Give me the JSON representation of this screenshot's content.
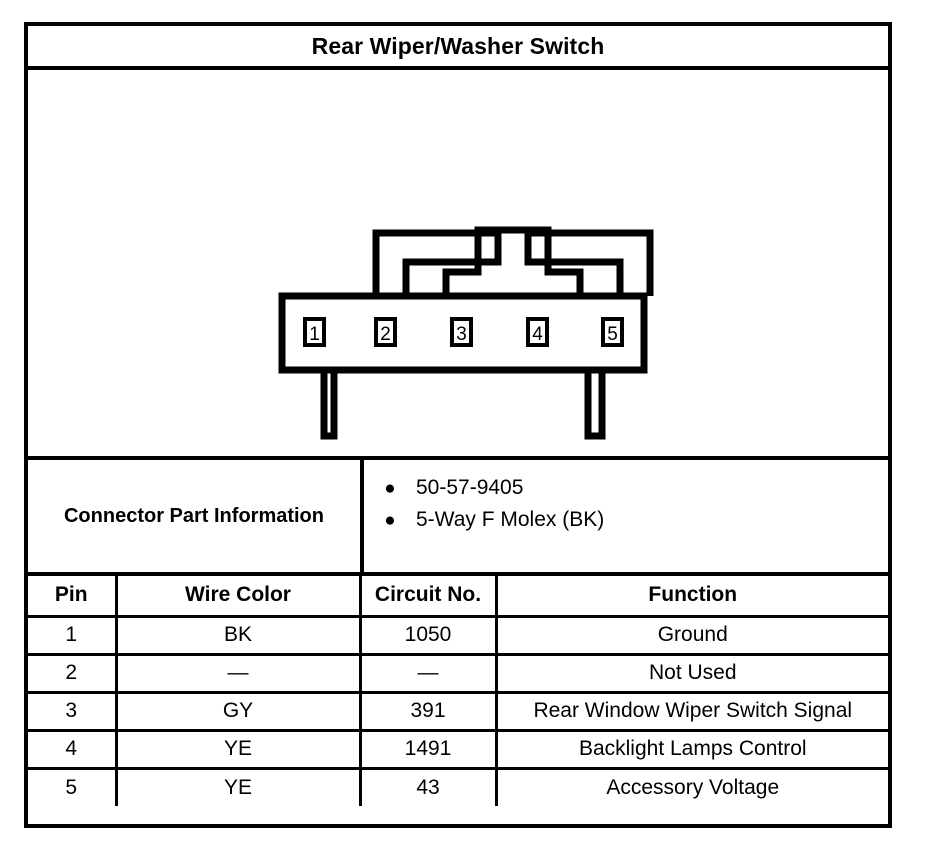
{
  "document": {
    "title": "Rear Wiper/Washer Switch"
  },
  "connector_diagram": {
    "name": "5-way-connector-face-view",
    "pin_labels": [
      "1",
      "2",
      "3",
      "4",
      "5"
    ]
  },
  "part_information": {
    "label": "Connector Part Information",
    "bullet_glyph": "●",
    "items": [
      "50-57-9405",
      "5-Way F Molex (BK)"
    ]
  },
  "pin_table": {
    "headers": [
      "Pin",
      "Wire Color",
      "Circuit No.",
      "Function"
    ],
    "rows": [
      {
        "pin": "1",
        "wire_color": "BK",
        "circuit_no": "1050",
        "function": "Ground"
      },
      {
        "pin": "2",
        "wire_color": "—",
        "circuit_no": "—",
        "function": "Not Used"
      },
      {
        "pin": "3",
        "wire_color": "GY",
        "circuit_no": "391",
        "function": "Rear Window Wiper Switch Signal"
      },
      {
        "pin": "4",
        "wire_color": "YE",
        "circuit_no": "1491",
        "function": "Backlight Lamps Control"
      },
      {
        "pin": "5",
        "wire_color": "YE",
        "circuit_no": "43",
        "function": "Accessory Voltage"
      }
    ]
  },
  "colors": {
    "ink": "#000000",
    "paper": "#ffffff"
  }
}
